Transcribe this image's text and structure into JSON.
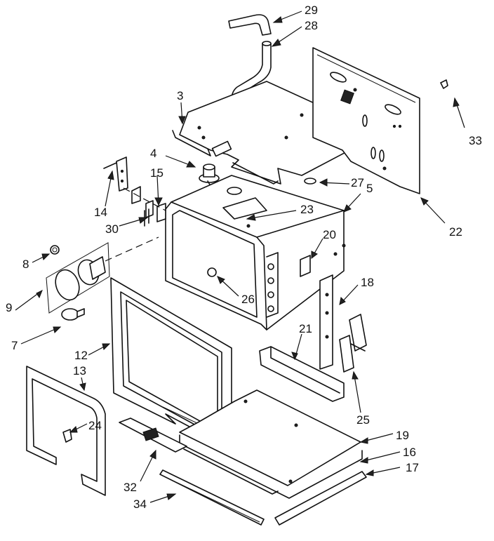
{
  "callouts": [
    {
      "id": "c29",
      "label": "29"
    },
    {
      "id": "c28",
      "label": "28"
    },
    {
      "id": "c3",
      "label": "3"
    },
    {
      "id": "c33",
      "label": "33"
    },
    {
      "id": "c4",
      "label": "4"
    },
    {
      "id": "c15",
      "label": "15"
    },
    {
      "id": "c27",
      "label": "27"
    },
    {
      "id": "c5",
      "label": "5"
    },
    {
      "id": "c14",
      "label": "14"
    },
    {
      "id": "c23",
      "label": "23"
    },
    {
      "id": "c22",
      "label": "22"
    },
    {
      "id": "c30",
      "label": "30"
    },
    {
      "id": "c20",
      "label": "20"
    },
    {
      "id": "c8",
      "label": "8"
    },
    {
      "id": "c26",
      "label": "26"
    },
    {
      "id": "c18",
      "label": "18"
    },
    {
      "id": "c9",
      "label": "9"
    },
    {
      "id": "c21",
      "label": "21"
    },
    {
      "id": "c7",
      "label": "7"
    },
    {
      "id": "c12",
      "label": "12"
    },
    {
      "id": "c13",
      "label": "13"
    },
    {
      "id": "c25",
      "label": "25"
    },
    {
      "id": "c24",
      "label": "24"
    },
    {
      "id": "c19",
      "label": "19"
    },
    {
      "id": "c16",
      "label": "16"
    },
    {
      "id": "c17",
      "label": "17"
    },
    {
      "id": "c32",
      "label": "32"
    },
    {
      "id": "c34",
      "label": "34"
    }
  ],
  "diagram": {
    "stroke_color": "#111111",
    "background": "#ffffff"
  }
}
